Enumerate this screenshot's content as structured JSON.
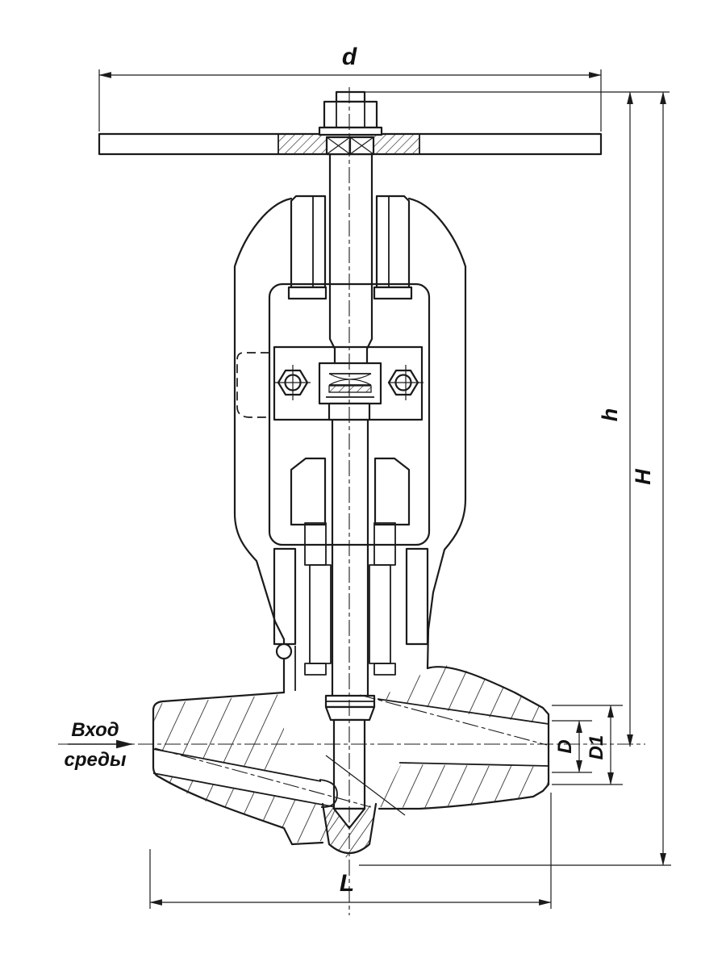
{
  "drawing": {
    "type": "valve-sectional-drawing",
    "background": "#ffffff",
    "line_color": "#1b1b1b",
    "dimension_labels": {
      "d": "d",
      "h": "h",
      "H": "H",
      "D": "D",
      "D1": "D1",
      "L": "L"
    },
    "inlet_label": {
      "line1": "Вход",
      "line2": "среды"
    }
  }
}
